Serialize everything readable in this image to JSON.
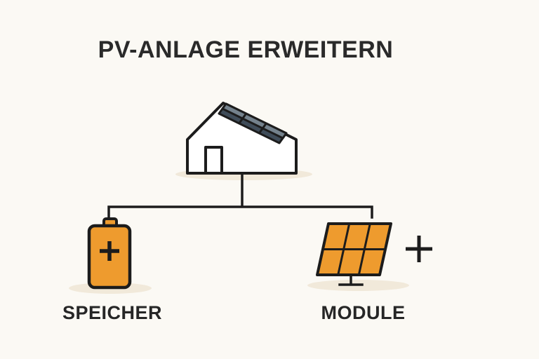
{
  "title": "PV-ANLAGE ERWEITERN",
  "diagram": {
    "root_icon": "house-with-solar-roof",
    "branches": [
      {
        "icon": "battery-storage",
        "label": "SPEICHER"
      },
      {
        "icon": "solar-module-with-plus",
        "label": "MODULE"
      }
    ]
  },
  "colors": {
    "background": "#fbf9f4",
    "text": "#2a2a2a",
    "outline": "#1c1c1c",
    "accent_orange": "#ee9b2e",
    "roof_panel_dark": "#3f4c59",
    "roof_panel_light": "#74828d",
    "shadow": "#f1e9da"
  }
}
